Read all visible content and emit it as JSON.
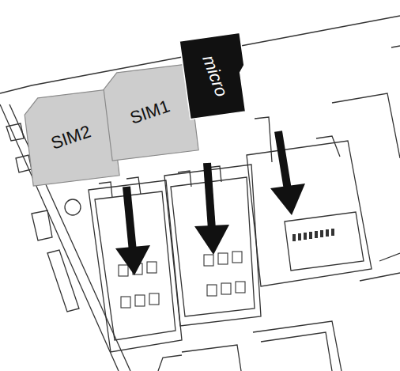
{
  "diagram": {
    "nodes": [
      {
        "text": [
          "SIM2"
        ]
      },
      {
        "text": [
          "SIM1"
        ]
      },
      {
        "text": [
          "micro"
        ]
      }
    ]
  }
}
